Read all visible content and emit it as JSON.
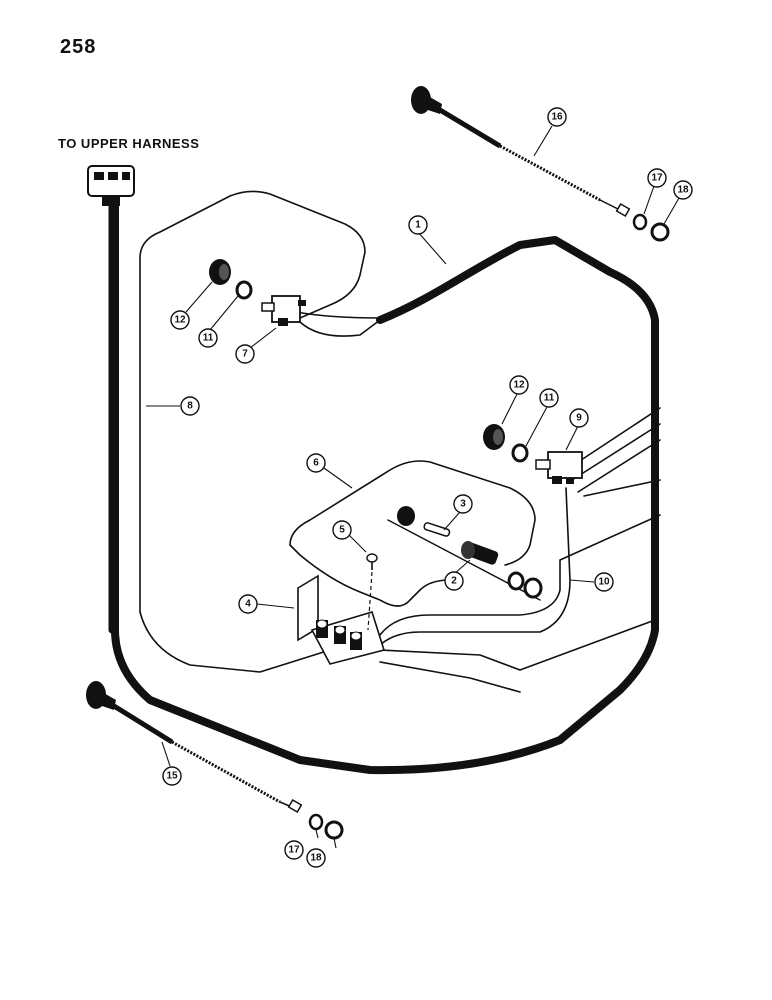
{
  "page": {
    "number": "258"
  },
  "labels": {
    "upper_harness": "TO UPPER HARNESS"
  },
  "callouts": [
    {
      "id": "c1",
      "number": "1"
    },
    {
      "id": "c2",
      "number": "2"
    },
    {
      "id": "c3",
      "number": "3"
    },
    {
      "id": "c4",
      "number": "4"
    },
    {
      "id": "c5",
      "number": "5"
    },
    {
      "id": "c6",
      "number": "6"
    },
    {
      "id": "c7",
      "number": "7"
    },
    {
      "id": "c8",
      "number": "8"
    },
    {
      "id": "c9",
      "number": "9"
    },
    {
      "id": "c10",
      "number": "10"
    },
    {
      "id": "c11a",
      "number": "11"
    },
    {
      "id": "c11b",
      "number": "11"
    },
    {
      "id": "c12a",
      "number": "12"
    },
    {
      "id": "c12b",
      "number": "12"
    },
    {
      "id": "c15",
      "number": "15"
    },
    {
      "id": "c16",
      "number": "16"
    },
    {
      "id": "c17a",
      "number": "17"
    },
    {
      "id": "c17b",
      "number": "17"
    },
    {
      "id": "c18a",
      "number": "18"
    },
    {
      "id": "c18b",
      "number": "18"
    }
  ]
}
